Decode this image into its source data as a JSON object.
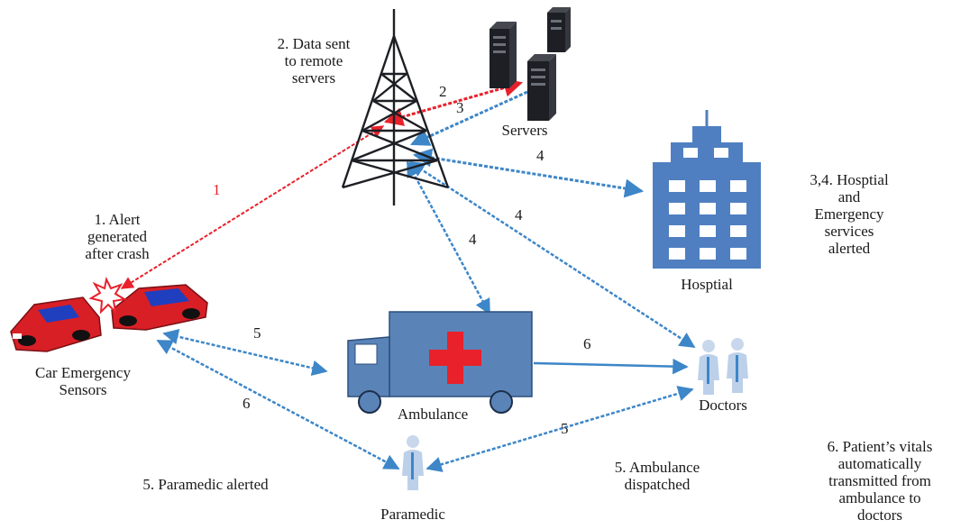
{
  "colors": {
    "red_link": "#e8212b",
    "blue_link": "#3d86c8",
    "hospital": "#4f7fc0",
    "ambulance": "#5a84b8",
    "car_red": "#d81f26",
    "server_dark": "#1d1f24"
  },
  "icons": [
    "tower-icon",
    "server-icon",
    "hospital-icon",
    "car-icon",
    "crash-burst-icon",
    "ambulance-icon",
    "doctor-icon",
    "paramedic-icon"
  ],
  "labels": {
    "data_sent": [
      "2. Data sent",
      "to remote",
      "servers"
    ],
    "servers": "Servers",
    "hospital_alert": [
      "3,4. Hosptial",
      "and",
      "Emergency",
      "services",
      "alerted"
    ],
    "hospital": "Hosptial",
    "alert": [
      "1. Alert",
      "generated",
      "after crash"
    ],
    "car": [
      "Car Emergency",
      "Sensors"
    ],
    "ambulance": "Ambulance",
    "doctors": "Doctors",
    "paramedic_alerted": "5. Paramedic alerted",
    "paramedic": "Paramedic",
    "dispatched": [
      "5. Ambulance",
      "dispatched"
    ],
    "vitals": [
      "6. Patient’s vitals",
      "automatically",
      "transmitted from",
      "ambulance to",
      "doctors"
    ]
  },
  "links": {
    "l1": "1",
    "l2": "2",
    "l3": "3",
    "l4a": "4",
    "l4b": "4",
    "l4c": "4",
    "l5a": "5",
    "l5b": "5",
    "l6a": "6",
    "l6b": "6"
  }
}
